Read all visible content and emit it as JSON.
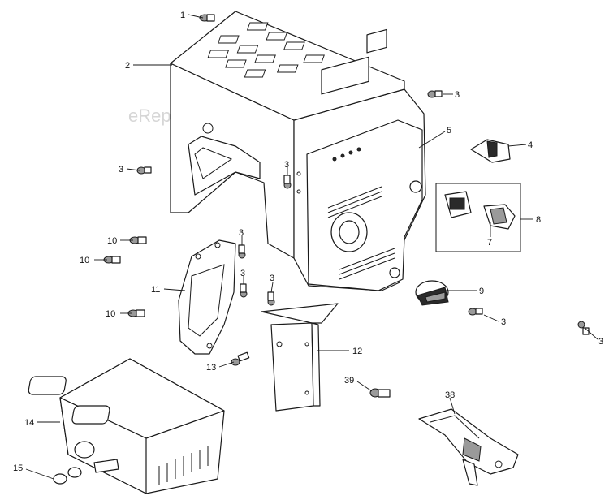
{
  "watermark": "eReplacementParts.com",
  "callouts": {
    "c1": "1",
    "c2": "2",
    "c3a": "3",
    "c3b": "3",
    "c3c": "3",
    "c3d": "3",
    "c3e": "3",
    "c3f": "3",
    "c3g": "3",
    "c3h": "3",
    "c4": "4",
    "c5": "5",
    "c7": "7",
    "c8": "8",
    "c9": "9",
    "c10a": "10",
    "c10b": "10",
    "c10c": "10",
    "c11": "11",
    "c12": "12",
    "c13": "13",
    "c14": "14",
    "c15": "15",
    "c38": "38",
    "c39": "39"
  }
}
